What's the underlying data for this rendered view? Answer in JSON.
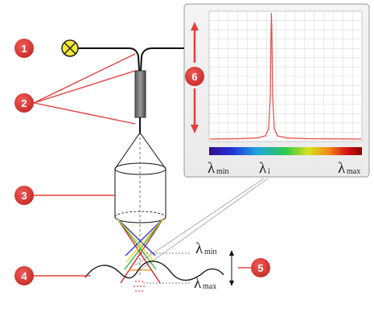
{
  "colors": {
    "badge": "#d93a36",
    "red_line": "#e0403c",
    "spectrum": [
      "#3a0a8c",
      "#2233d6",
      "#1fa6e0",
      "#2ec84a",
      "#d8e21a",
      "#f08c1a",
      "#d61414",
      "#8c0000"
    ],
    "peak": "#e44a44"
  },
  "badges": [
    {
      "label": "1"
    },
    {
      "label": "2"
    },
    {
      "label": "3"
    },
    {
      "label": "4"
    },
    {
      "label": "5"
    },
    {
      "label": "6"
    }
  ],
  "spectrum_labels": {
    "min": {
      "symbol": "λ",
      "sub": "min"
    },
    "i": {
      "symbol": "λ",
      "sub": "i"
    },
    "max": {
      "symbol": "λ",
      "sub": "max"
    }
  },
  "depth_labels": {
    "min": {
      "symbol": "λ",
      "sub": "min"
    },
    "max": {
      "symbol": "λ",
      "sub": "max"
    }
  },
  "icons": [
    "light-source-icon",
    "up-arrow-icon",
    "down-arrow-icon"
  ]
}
